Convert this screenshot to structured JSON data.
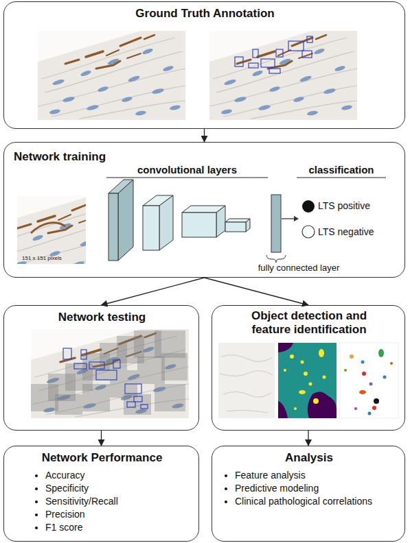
{
  "diagram": {
    "nodes": [
      {
        "text": [
          "Ground Truth Annotation"
        ]
      },
      {
        "text": [
          "Network training"
        ]
      },
      {
        "text": [
          "Network testing"
        ]
      },
      {
        "text": [
          "Object detection and feature identification"
        ]
      },
      {
        "text": [
          "Network Performance",
          "Accuracy",
          "Specificity",
          "Sensitivity/Recall",
          "Precision",
          "F1 score"
        ]
      },
      {
        "text": [
          "Analysis",
          "Feature analysis",
          "Predictive modeling",
          "Clinical pathological correlations"
        ]
      }
    ],
    "edges": [
      {
        "from": 0,
        "to": 1,
        "arrow": "to"
      },
      {
        "from": 1,
        "to": 2,
        "arrow": "to"
      },
      {
        "from": 1,
        "to": 3,
        "arrow": "to"
      },
      {
        "from": 2,
        "to": 4,
        "arrow": "to"
      },
      {
        "from": 3,
        "to": 5,
        "arrow": "to"
      }
    ],
    "labels": [
      "convolutional layers",
      "classification",
      "LTS positive",
      "LTS negative",
      "fully connected layer",
      "151 x 151 pixels"
    ]
  }
}
